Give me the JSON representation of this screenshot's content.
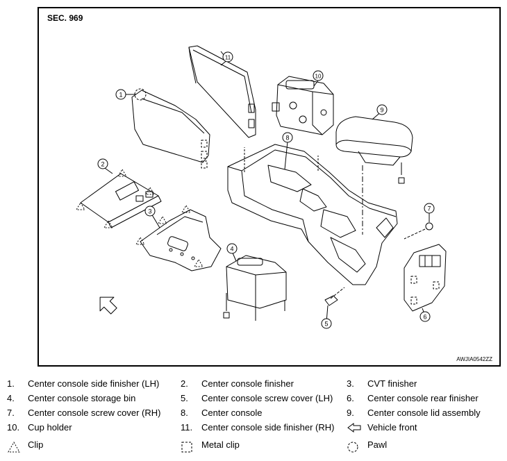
{
  "figure": {
    "section": "SEC. 969",
    "code": "AWJIA0542ZZ",
    "callouts": [
      "1",
      "2",
      "3",
      "4",
      "5",
      "6",
      "7",
      "8",
      "9",
      "10",
      "11"
    ]
  },
  "legend": {
    "items": [
      {
        "num": "1.",
        "text": "Center console side finisher (LH)"
      },
      {
        "num": "2.",
        "text": "Center console finisher"
      },
      {
        "num": "3.",
        "text": "CVT finisher"
      },
      {
        "num": "4.",
        "text": "Center console storage bin"
      },
      {
        "num": "5.",
        "text": "Center console screw cover (LH)"
      },
      {
        "num": "6.",
        "text": "Center console rear finisher"
      },
      {
        "num": "7.",
        "text": "Center console screw cover (RH)"
      },
      {
        "num": "8.",
        "text": "Center console"
      },
      {
        "num": "9.",
        "text": "Center console lid assembly"
      },
      {
        "num": "10.",
        "text": "Cup holder"
      },
      {
        "num": "11.",
        "text": "Center console side finisher (RH)"
      }
    ],
    "symbols": [
      {
        "icon": "vehicle-front-arrow",
        "text": "Vehicle front"
      },
      {
        "icon": "clip-triangle",
        "text": "Clip"
      },
      {
        "icon": "metal-clip-square",
        "text": "Metal clip"
      },
      {
        "icon": "pawl-circle",
        "text": "Pawl"
      }
    ]
  }
}
